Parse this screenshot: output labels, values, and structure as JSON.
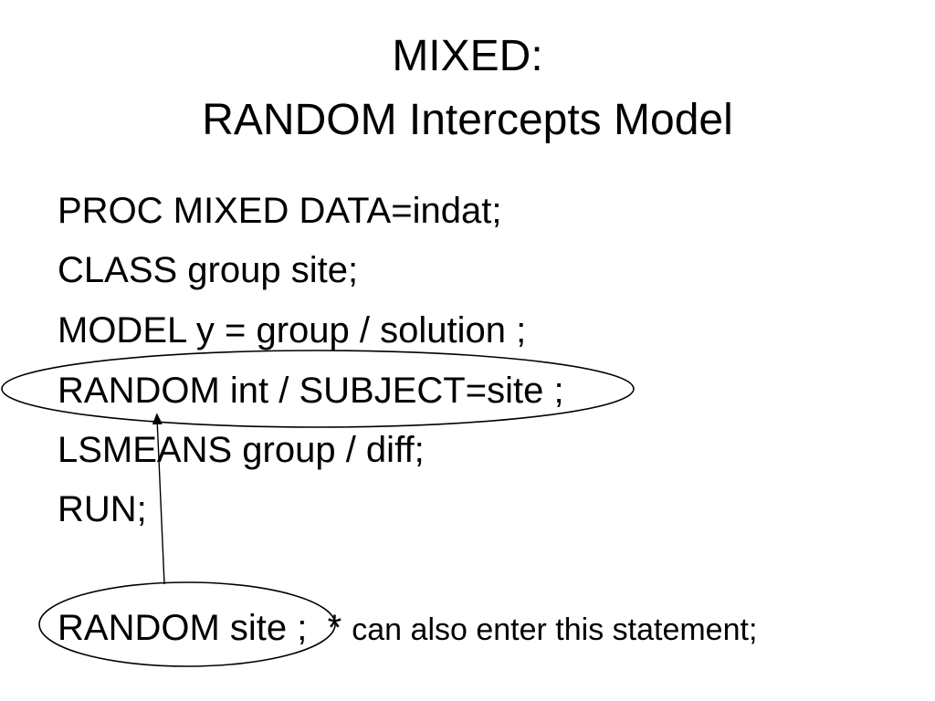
{
  "slide": {
    "title_line_1": "MIXED:",
    "title_line_2": "RANDOM Intercepts Model",
    "code_lines": [
      "PROC MIXED DATA=indat;",
      "CLASS group site;",
      "MODEL y = group / solution ;",
      "RANDOM int / SUBJECT=site ;",
      "LSMEANS group / diff;",
      "RUN;"
    ],
    "alt_statement": "RANDOM site ;  * ",
    "alt_comment": "can also enter this statement;"
  },
  "annotation": {
    "stroke_color": "#000000"
  }
}
